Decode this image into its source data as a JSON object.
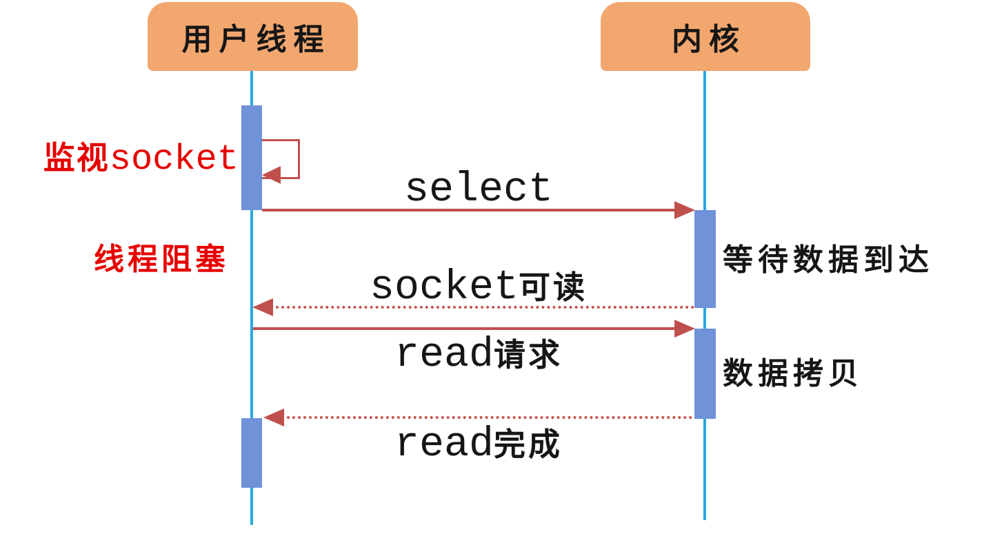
{
  "diagram": {
    "type": "sequence-diagram",
    "actors": [
      {
        "id": "user-thread",
        "label": "用户线程"
      },
      {
        "id": "kernel",
        "label": "内核"
      }
    ],
    "messages": [
      {
        "id": "monitor-socket-self-loop",
        "from": "user-thread",
        "to": "user-thread",
        "style": "solid-self-loop"
      },
      {
        "id": "select",
        "latin": "select",
        "zh": "",
        "from": "user-thread",
        "to": "kernel",
        "style": "solid"
      },
      {
        "id": "socket-readable",
        "latin": "socket",
        "zh": "可读",
        "from": "kernel",
        "to": "user-thread",
        "style": "dotted"
      },
      {
        "id": "read-request",
        "latin": "read",
        "zh": "请求",
        "from": "user-thread",
        "to": "kernel",
        "style": "solid"
      },
      {
        "id": "read-complete",
        "latin": "read",
        "zh": "完成",
        "from": "kernel",
        "to": "user-thread",
        "style": "dotted"
      }
    ],
    "notes": [
      {
        "id": "monitor-socket",
        "zh": "监视",
        "latin": "socket",
        "color": "red",
        "side": "left"
      },
      {
        "id": "thread-blocked",
        "text": "线程阻塞",
        "color": "red",
        "side": "left"
      },
      {
        "id": "wait-data-arrive",
        "text": "等待数据到达",
        "color": "black",
        "side": "right"
      },
      {
        "id": "data-copy",
        "text": "数据拷贝",
        "color": "black",
        "side": "right"
      }
    ],
    "colors": {
      "actor_fill": "#F2A76F",
      "activation_fill": "#6F92D8",
      "lifeline": "#29A8E0",
      "arrow": "#C0504D",
      "arrow_dotted": "#C4524B",
      "note_red": "#E60000",
      "text_black": "#161616",
      "background": "#FFFFFF"
    }
  }
}
